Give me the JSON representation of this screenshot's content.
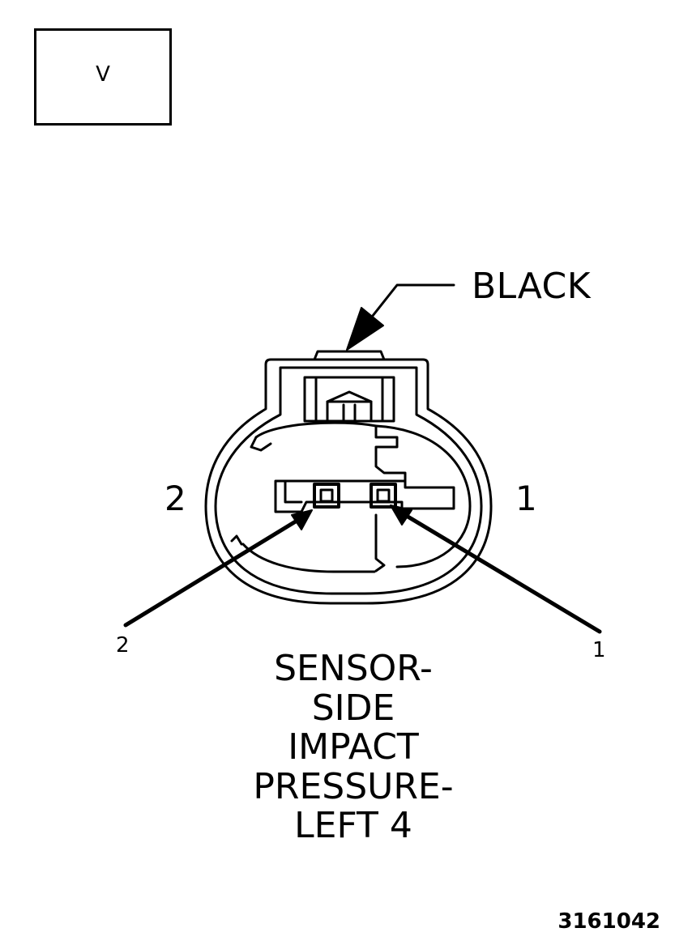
{
  "view_label": "V",
  "connector": {
    "color": "BLACK",
    "cavity_labels": {
      "left_large": "2",
      "right_large": "1",
      "left_small": "2",
      "right_small": "1"
    },
    "name_lines": [
      "SENSOR-",
      "SIDE",
      "IMPACT",
      "PRESSURE-",
      "LEFT 4"
    ]
  },
  "figure_id": "3161042"
}
